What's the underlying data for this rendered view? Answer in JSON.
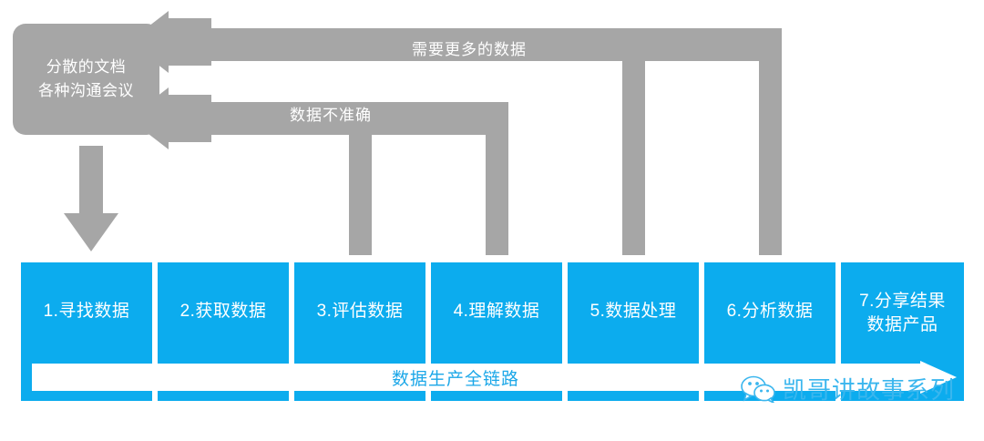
{
  "diagram": {
    "title_text": "数据生产全链路",
    "source_box": {
      "line1": "分散的文档",
      "line2": "各种沟通会议"
    },
    "feedback_arrows": [
      {
        "label": "需要更多的数据"
      },
      {
        "label": "数据不准确"
      }
    ],
    "steps": [
      {
        "index": "1",
        "label": "1.寻找数据"
      },
      {
        "index": "2",
        "label": "2.获取数据"
      },
      {
        "index": "3",
        "label": "3.评估数据"
      },
      {
        "index": "4",
        "label": "4.理解数据"
      },
      {
        "index": "5",
        "label": "5.数据处理"
      },
      {
        "index": "6",
        "label": "6.分析数据"
      },
      {
        "index": "7",
        "label": "7.分享结果\n数据产品"
      }
    ],
    "watermark": {
      "text": "凯哥讲故事系列",
      "icon": "wechat-icon"
    },
    "colors": {
      "accent_blue": "#0cacee",
      "label_blue": "#1ba7e8",
      "gray": "#a6a6a6",
      "white": "#ffffff",
      "watermark_blue": "#3ab6ee"
    }
  }
}
